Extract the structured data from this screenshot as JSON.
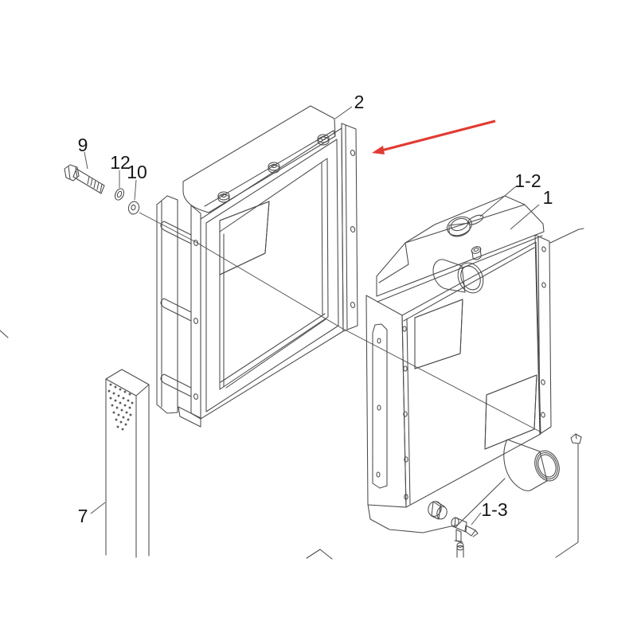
{
  "diagram": {
    "type": "exploded-parts-diagram",
    "subject": "radiator and guard assembly line drawing",
    "callouts": {
      "guard": "2",
      "bolt": "9",
      "lock_washer": "12",
      "flat_washer": "10",
      "radiator_cap": "1-2",
      "radiator": "1",
      "drain_valve": "1-3",
      "post": "7"
    },
    "colors": {
      "line": "#4a4a4a",
      "label_text": "#161616",
      "pointer_arrow": "#e13b33",
      "background": "#ffffff"
    }
  }
}
